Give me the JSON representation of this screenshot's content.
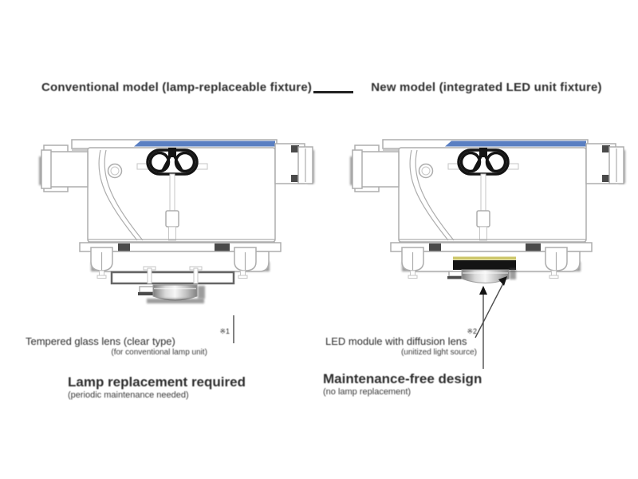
{
  "page": {
    "background": "#ffffff"
  },
  "colors": {
    "accent_blue": "#5a7fc2",
    "accent_yellow": "#cdc76a",
    "outline_gray": "#adadad",
    "shadow_gray": "#4a4a4a",
    "ink_black": "#141414",
    "text_ink": "#2d2d2d",
    "leader_gray": "#4d4d4d"
  },
  "left_panel": {
    "title": "Conventional model (lamp-replaceable fixture)",
    "callout_upper": {
      "note": "※1",
      "text": "Tempered glass lens (clear type)",
      "sub": "(for conventional lamp unit)"
    },
    "callout_lower": {
      "text": "Lamp replacement required",
      "sub": "(periodic maintenance needed)"
    }
  },
  "right_panel": {
    "title": "New model (integrated LED unit fixture)",
    "callout_upper": {
      "note": "※2",
      "text": "LED module with diffusion lens",
      "sub": "(unitized light source)"
    },
    "callout_lower": {
      "text": "Maintenance-free design",
      "sub": "(no lamp replacement)"
    }
  }
}
